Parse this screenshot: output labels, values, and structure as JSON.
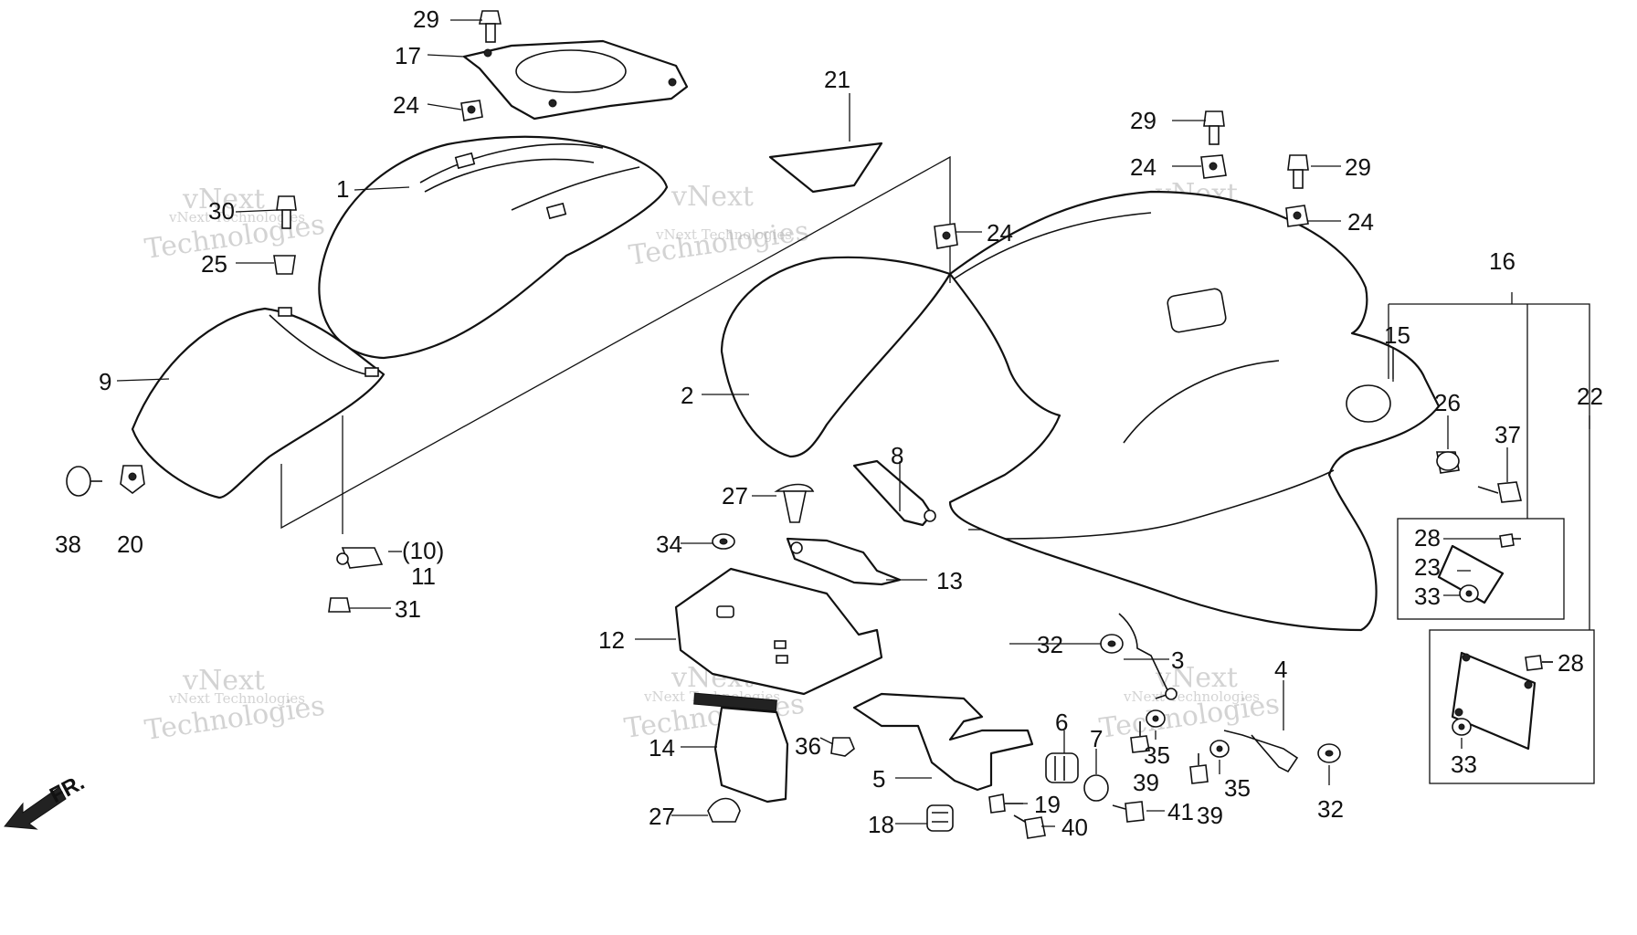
{
  "callouts": {
    "c1": "1",
    "c2": "2",
    "c3": "3",
    "c4": "4",
    "c5": "5",
    "c6": "6",
    "c7": "7",
    "c8": "8",
    "c9": "9",
    "c10": "(10)",
    "c11": "11",
    "c12": "12",
    "c13": "13",
    "c14": "14",
    "c15": "15",
    "c16": "16",
    "c17": "17",
    "c18": "18",
    "c19": "19",
    "c20": "20",
    "c21": "21",
    "c22": "22",
    "c23a": "23",
    "c24a": "24",
    "c24b": "24",
    "c24c": "24",
    "c24d": "24",
    "c25": "25",
    "c26": "26",
    "c27a": "27",
    "c27b": "27",
    "c28a": "28",
    "c28b": "28",
    "c29a": "29",
    "c29b": "29",
    "c29c": "29",
    "c30": "30",
    "c31": "31",
    "c32a": "32",
    "c32b": "32",
    "c33a": "33",
    "c33b": "33",
    "c34": "34",
    "c35a": "35",
    "c35b": "35",
    "c36": "36",
    "c37": "37",
    "c38": "38",
    "c39a": "39",
    "c39b": "39",
    "c40": "40",
    "c41": "41"
  },
  "direction_marker": "FR.",
  "watermark": {
    "line1": "vNext",
    "line2": "vNext Technologies",
    "line3": "Technologies"
  }
}
